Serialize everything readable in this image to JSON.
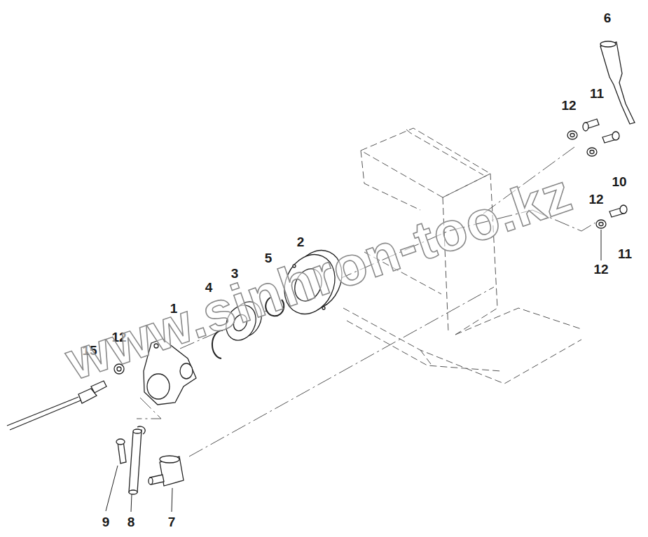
{
  "diagram": {
    "labels": [
      "6",
      "12",
      "11",
      "10",
      "12",
      "12",
      "11",
      "2",
      "5",
      "3",
      "4",
      "1",
      "12",
      "15",
      "9",
      "8",
      "7",
      "www.sinhron-too.kz"
    ]
  }
}
